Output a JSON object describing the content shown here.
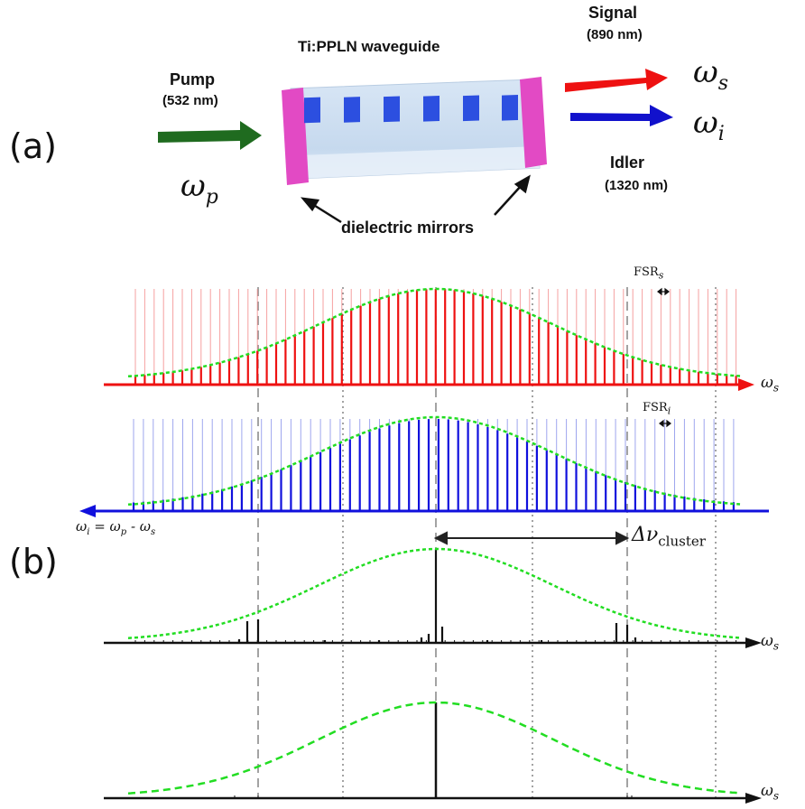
{
  "panel_a": {
    "label": "(a)",
    "device_title": "Ti:PPLN waveguide",
    "pump_label": "Pump",
    "pump_wavelength": "(532 nm)",
    "pump_symbol": "ω",
    "pump_sub": "p",
    "signal_label": "Signal",
    "signal_wavelength": "(890 nm)",
    "signal_symbol": "ω",
    "signal_sub": "s",
    "idler_symbol": "ω",
    "idler_sub": "i",
    "idler_label": "Idler",
    "idler_wavelength": "(1320 nm)",
    "mirrors_label": "dielectric mirrors",
    "colors": {
      "pump": "#1f6b1f",
      "signal": "#ee1111",
      "idler": "#1111cc",
      "mirror": "#e040c0",
      "waveguide": "#cfe0f2",
      "domain": "#2244dd"
    }
  },
  "panel_b": {
    "label": "(b)",
    "fsr_s": "FSR",
    "fsr_s_sub": "s",
    "fsr_i": "FSR",
    "fsr_i_sub": "i",
    "axis_signal": "ω",
    "axis_signal_sub": "s",
    "idler_axis_eq": "ω",
    "idler_axis_eq_sub": "i",
    "idler_axis_eq_mid": " = ω",
    "idler_axis_eq_sub2": "p",
    "idler_axis_eq_end": " - ω",
    "idler_axis_eq_sub3": "s",
    "delta_label": "Δν",
    "delta_sub": "cluster",
    "axis3": "ω",
    "axis3_sub": "s",
    "axis4": "ω",
    "axis4_sub": "s",
    "colors": {
      "signal": "#ee1111",
      "idler": "#1010dd",
      "envelope": "#22dd22",
      "output": "#111111"
    }
  }
}
